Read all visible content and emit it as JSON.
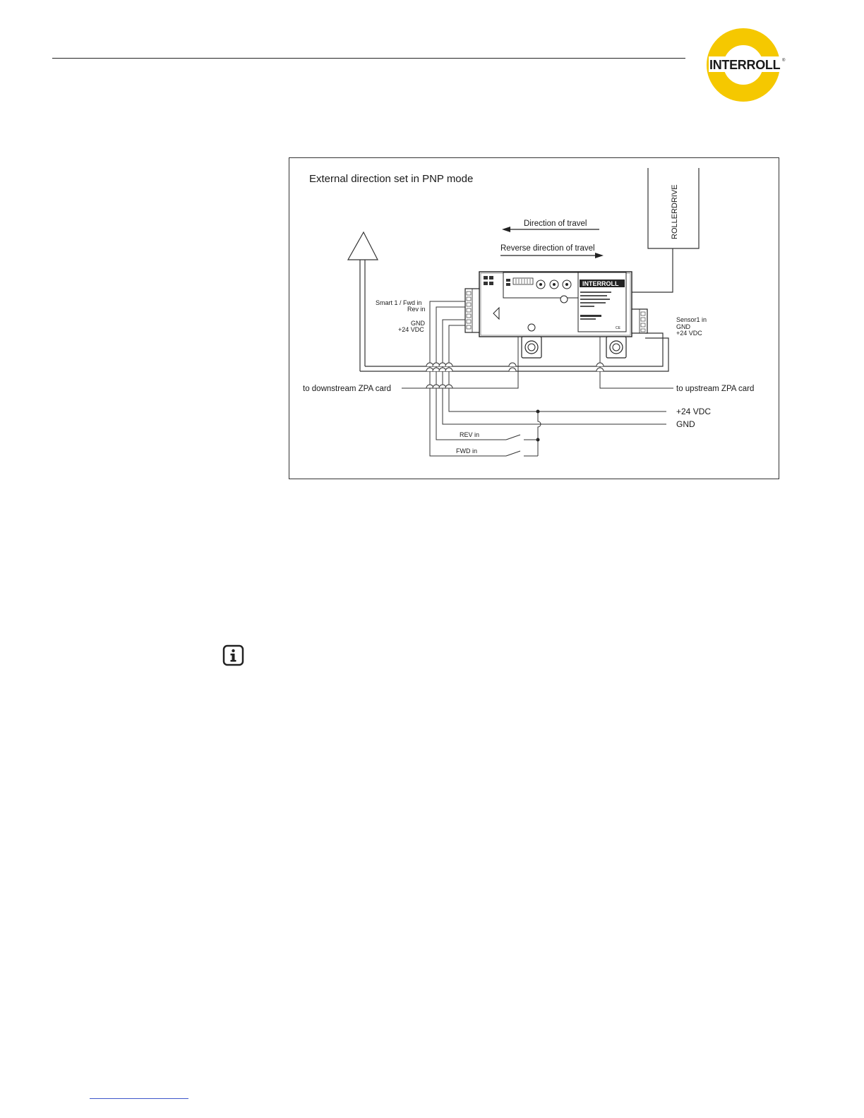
{
  "brand": {
    "logo_text": "INTERROLL",
    "registered_mark": "®",
    "ring_color": "#f5c800",
    "text_color": "#1a1a1a"
  },
  "diagram": {
    "title": "External direction set in PNP mode",
    "rollerdrive_label": "ROLLERDRIVE",
    "direction_of_travel": "Direction of travel",
    "reverse_direction": "Reverse direction of travel",
    "left_terminals": {
      "smart_fwd_in": "Smart 1 / Fwd in",
      "rev_in": "Rev in",
      "gnd": "GND",
      "vdc": "+24 VDC"
    },
    "right_terminals": {
      "sensor_in": "Sensor1 in",
      "gnd": "GND",
      "vdc": "+24 VDC"
    },
    "to_downstream": "to downstream ZPA card",
    "to_upstream": "to upstream ZPA card",
    "supply_vdc": "+24 VDC",
    "supply_gnd": "GND",
    "rev_switch": "REV in",
    "fwd_switch": "FWD in",
    "module_brand": "INTERROLL",
    "ce_mark": "CE"
  },
  "info_icon": "info-icon"
}
